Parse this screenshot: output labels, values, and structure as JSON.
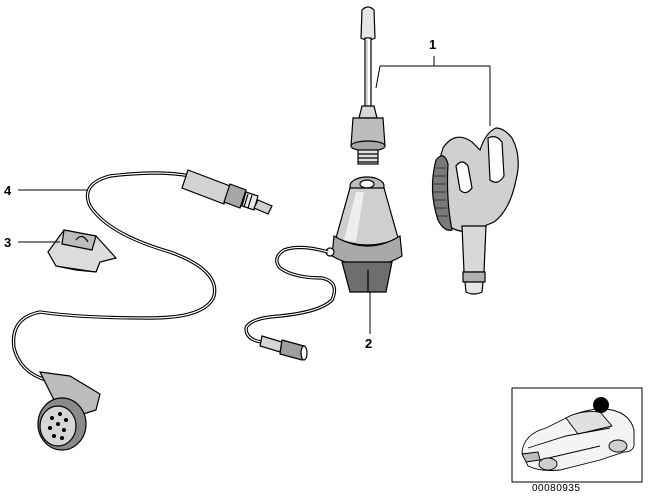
{
  "callouts": [
    "1",
    "2",
    "3",
    "4"
  ],
  "reference_number": "00080935",
  "colors": {
    "line": "#000000",
    "fill_light": "#ffffff",
    "fill_mid": "#cfcfcf",
    "fill_dark": "#6e6e6e",
    "marker": "#000000"
  },
  "icons": {
    "rod_antenna": "antenna-rod-icon",
    "antenna_base": "antenna-base-icon",
    "mounting_key": "mounting-key-icon",
    "retaining_clip": "retaining-clip-icon",
    "cable": "antenna-cable-icon",
    "car": "car-locator-icon"
  }
}
